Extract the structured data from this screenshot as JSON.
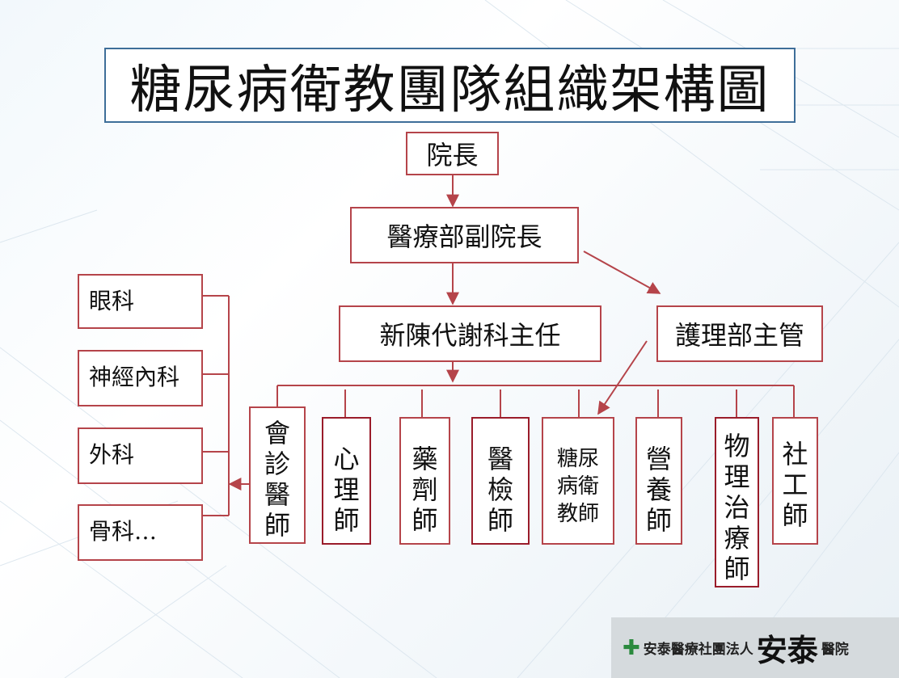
{
  "title": "糖尿病衛教團隊組織架構圖",
  "nodes": {
    "president": "院長",
    "vice_president": "醫療部副院長",
    "metabolism_director": "新陳代謝科主任",
    "nursing_director": "護理部主管"
  },
  "consult_departments": [
    "眼科",
    "神經內科",
    "外科",
    "骨科…"
  ],
  "team_members": [
    {
      "id": "consult-physician",
      "chars": [
        "會",
        "診",
        "醫",
        "師"
      ]
    },
    {
      "id": "psychologist",
      "chars": [
        "心",
        "理",
        "師"
      ]
    },
    {
      "id": "pharmacist",
      "chars": [
        "藥",
        "劑",
        "師"
      ]
    },
    {
      "id": "lab-technician",
      "chars": [
        "醫",
        "檢",
        "師"
      ]
    },
    {
      "id": "diabetes-educator",
      "chars": [
        "糖尿",
        "病衛",
        "教師"
      ]
    },
    {
      "id": "dietitian",
      "chars": [
        "營",
        "養",
        "師"
      ]
    },
    {
      "id": "physical-therapist",
      "chars": [
        "物",
        "理",
        "治",
        "療",
        "師"
      ]
    },
    {
      "id": "social-worker",
      "chars": [
        "社",
        "工",
        "師"
      ]
    }
  ],
  "footer": {
    "org_name": "安泰醫療社團法人",
    "brand": "安泰",
    "hospital": "醫院"
  },
  "colors": {
    "box_border": "#b5444a",
    "box_border_dark": "#9a1c2a",
    "title_border": "#3e6e99",
    "connector": "#b5444a",
    "logo_cross": "#2b8a3e"
  }
}
